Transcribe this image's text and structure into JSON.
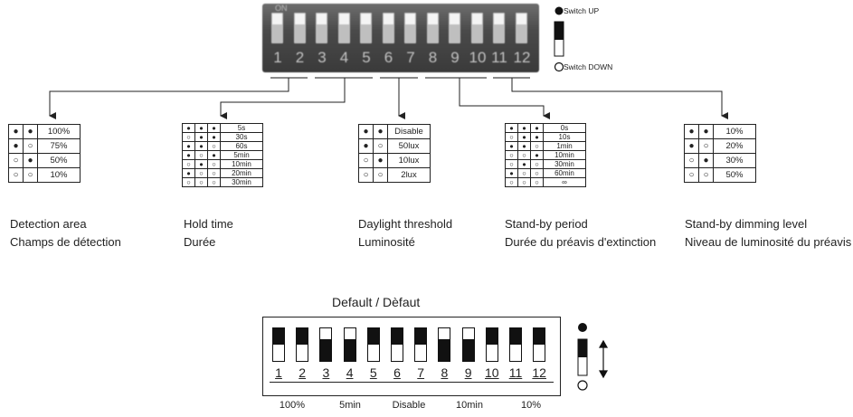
{
  "photo": {
    "numbers": [
      "1",
      "2",
      "3",
      "4",
      "5",
      "6",
      "7",
      "8",
      "9",
      "10",
      "11",
      "12"
    ],
    "on_mark": "ON"
  },
  "legend": {
    "switch_up": "Switch UP",
    "switch_down": "Switch DOWN"
  },
  "groups": [
    {
      "id": "detection",
      "title_en": "Detection area",
      "title_fr": "Champs de détection",
      "rows": [
        {
          "dots": [
            "●",
            "●"
          ],
          "value": "100%"
        },
        {
          "dots": [
            "●",
            "○"
          ],
          "value": "75%"
        },
        {
          "dots": [
            "○",
            "●"
          ],
          "value": "50%"
        },
        {
          "dots": [
            "○",
            "○"
          ],
          "value": "10%"
        }
      ]
    },
    {
      "id": "hold",
      "title_en": "Hold time",
      "title_fr": "Durée",
      "rows": [
        {
          "dots": [
            "●",
            "●",
            "●"
          ],
          "value": "5s"
        },
        {
          "dots": [
            "○",
            "●",
            "●"
          ],
          "value": "30s"
        },
        {
          "dots": [
            "●",
            "●",
            "○"
          ],
          "value": "60s"
        },
        {
          "dots": [
            "●",
            "○",
            "●"
          ],
          "value": "5min"
        },
        {
          "dots": [
            "○",
            "●",
            "○"
          ],
          "value": "10min"
        },
        {
          "dots": [
            "●",
            "○",
            "○"
          ],
          "value": "20min"
        },
        {
          "dots": [
            "○",
            "○",
            "○"
          ],
          "value": "30min"
        }
      ]
    },
    {
      "id": "daylight",
      "title_en": "Daylight threshold",
      "title_fr": "Luminosité",
      "rows": [
        {
          "dots": [
            "●",
            "●"
          ],
          "value": "Disable"
        },
        {
          "dots": [
            "●",
            "○"
          ],
          "value": "50lux"
        },
        {
          "dots": [
            "○",
            "●"
          ],
          "value": "10lux"
        },
        {
          "dots": [
            "○",
            "○"
          ],
          "value": "2lux"
        }
      ]
    },
    {
      "id": "standby",
      "title_en": "Stand-by period",
      "title_fr": "Durée du préavis d'extinction",
      "rows": [
        {
          "dots": [
            "●",
            "●",
            "●"
          ],
          "value": "0s"
        },
        {
          "dots": [
            "○",
            "●",
            "●"
          ],
          "value": "10s"
        },
        {
          "dots": [
            "●",
            "●",
            "○"
          ],
          "value": "1min"
        },
        {
          "dots": [
            "○",
            "○",
            "●"
          ],
          "value": "10min"
        },
        {
          "dots": [
            "○",
            "●",
            "○"
          ],
          "value": "30min"
        },
        {
          "dots": [
            "●",
            "○",
            "○"
          ],
          "value": "60min"
        },
        {
          "dots": [
            "○",
            "○",
            "○"
          ],
          "value": "∞"
        }
      ]
    },
    {
      "id": "dimming",
      "title_en": "Stand-by dimming level",
      "title_fr": "Niveau de luminosité du préavis",
      "rows": [
        {
          "dots": [
            "●",
            "●"
          ],
          "value": "10%"
        },
        {
          "dots": [
            "●",
            "○"
          ],
          "value": "20%"
        },
        {
          "dots": [
            "○",
            "●"
          ],
          "value": "30%"
        },
        {
          "dots": [
            "○",
            "○"
          ],
          "value": "50%"
        }
      ]
    }
  ],
  "default": {
    "title": "Default / Dèfaut",
    "numbers": [
      "1",
      "2",
      "3",
      "4",
      "5",
      "6",
      "7",
      "8",
      "9",
      "10",
      "11",
      "12"
    ],
    "positions": [
      "up",
      "up",
      "down",
      "down",
      "up",
      "up",
      "up",
      "down",
      "down",
      "up",
      "up",
      "up"
    ],
    "labels": [
      "100%",
      "5min",
      "Disable",
      "10min",
      "10%"
    ]
  }
}
